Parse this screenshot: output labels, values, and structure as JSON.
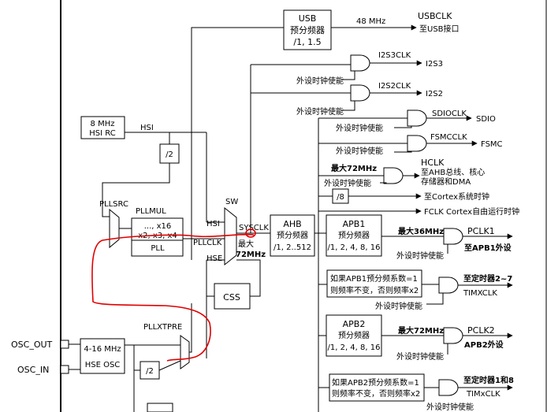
{
  "blocks": {
    "usb_title": "USB",
    "usb_sub": "预分频器",
    "usb_div": "/1, 1.5",
    "hsi_freq": "8 MHz",
    "hsi_name": "HSI RC",
    "div2_top": "/2",
    "pllmul_title": "PLLMUL",
    "pllmul_l1": "..., x16",
    "pllmul_l2": "x2, x3, x4",
    "pll_name": "PLL",
    "ahb_title": "AHB",
    "ahb_sub": "预分频器",
    "ahb_div": "/1, 2..512",
    "apb1_title": "APB1",
    "apb1_sub": "预分频器",
    "apb1_div": "/1, 2, 4, 8, 16",
    "apb2_title": "APB2",
    "apb2_sub": "预分频器",
    "apb2_div": "/1, 2, 4, 8, 16",
    "div8": "/8",
    "css": "CSS",
    "hse_freq": "4-16 MHz",
    "hse_name": "HSE OSC",
    "div2_bottom": "/2",
    "tim_note1_a": "如果APB1预分频系数=1",
    "tim_note1_b": "则频率不变，否则频率x2",
    "tim_note2_a": "如果APB2预分频系数=1",
    "tim_note2_b": "则频率不变，否则频率x2"
  },
  "labels": {
    "usb_freq": "48 MHz",
    "usbclk": "USBCLK",
    "usbclk_dest": "至USB接口",
    "i2s3clk": "I2S3CLK",
    "i2s3": "I2S3",
    "i2s2clk": "I2S2CLK",
    "i2s2": "I2S2",
    "sdioclk": "SDIOCLK",
    "sdio": "SDIO",
    "fsmcclk": "FSMCCLK",
    "fsmc": "FSMC",
    "hclk": "HCLK",
    "hclk_dest1": "至AHB总线、核心",
    "hclk_dest2": "存储器和DMA",
    "max72_a": "最大72MHz",
    "cortex_timer": "至Cortex系统时钟",
    "fclk": "FCLK Cortex自由运行时钟",
    "periph_enable": "外设时钟使能",
    "pllsrc": "PLLSRC",
    "hsi": "HSI",
    "hsi2": "HSI",
    "sw": "SW",
    "sysclk": "SYSCLK",
    "sys_max1": "最大",
    "sys_max2": "72MHz",
    "pllclk": "PLLCLK",
    "hse": "HSE",
    "pllxtpre": "PLLXTPRE",
    "osc_out": "OSC_OUT",
    "osc_in": "OSC_IN",
    "max36": "最大36MHz",
    "pclk1": "PCLK1",
    "pclk1_dest": "至APB1外设",
    "timer27": "至定时器2~7",
    "timxclk": "TIMXCLK",
    "max72_b": "最大72MHz",
    "pclk2": "PCLK2",
    "pclk2_dest": "APB2外设",
    "timer18": "至定时器1和8",
    "timxclk2": "TIMxCLK"
  },
  "colors": {
    "line": "#000000",
    "annotation": "#e00000"
  }
}
